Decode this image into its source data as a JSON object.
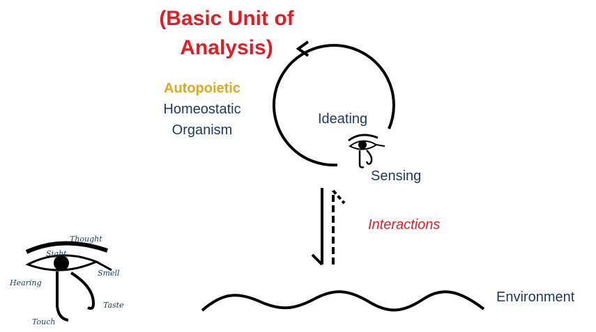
{
  "title": {
    "line1": "(Basic Unit of",
    "line2": "Analysis)"
  },
  "organism": {
    "autopoietic": "Autopoietic",
    "homeostatic": "Homeostatic",
    "organism": "Organism"
  },
  "labels": {
    "ideating": "Ideating",
    "sensing": "Sensing",
    "interactions": "Interactions",
    "environment": "Environment"
  },
  "eye_words": {
    "thought": "Thought",
    "sight": "Sight",
    "smell": "Smell",
    "hearing": "Hearing",
    "taste": "Taste",
    "touch": "Touch"
  },
  "colors": {
    "title_red": "#e31b23",
    "autopoietic_gold": "#e0a81a",
    "text_blue": "#1f3864",
    "line_black": "#000000"
  },
  "icons": [
    "eye-of-horus-icon",
    "eye-of-horus-senses-icon",
    "circular-arrow-icon",
    "double-arrow-icon",
    "wave-line-icon"
  ]
}
